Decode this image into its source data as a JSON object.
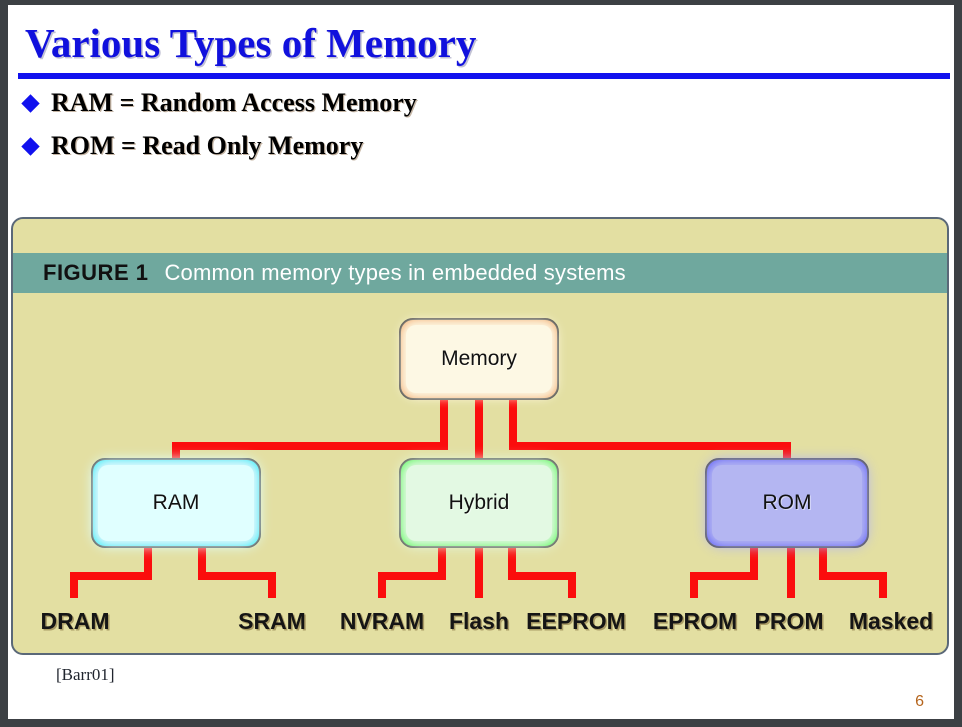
{
  "slide": {
    "title": "Various Types of Memory",
    "page_number": "6",
    "citation": "[Barr01]",
    "colors": {
      "title": "#1111dd",
      "rule": "#1111ee",
      "bullet_diamond": "#1111ee",
      "panel_background": "#e3dfa2",
      "caption_bar": "#6fa89e",
      "wire": "#fb0d0d",
      "page_number": "#b5651d",
      "slide_border": "#3c4044"
    }
  },
  "bullets": [
    {
      "marker": "diamond",
      "text": "RAM = Random Access Memory"
    },
    {
      "marker": "diamond",
      "text": "ROM = Read Only Memory"
    }
  ],
  "figure": {
    "caption_label": "FIGURE 1",
    "caption_text": "Common memory types in embedded systems",
    "nodes": {
      "root": {
        "label": "Memory",
        "accent": "#f2a96b",
        "fill": "#fdf8e4"
      },
      "ram": {
        "label": "RAM",
        "accent": "#00ffff",
        "fill": "#e0ffff"
      },
      "hybrid": {
        "label": "Hybrid",
        "accent": "#3dff3d",
        "fill": "#e3f9e3"
      },
      "rom": {
        "label": "ROM",
        "accent": "#4d4dff",
        "fill": "#b4b6f2"
      }
    },
    "leaves": [
      {
        "label": "DRAM",
        "parent": "RAM"
      },
      {
        "label": "SRAM",
        "parent": "RAM"
      },
      {
        "label": "NVRAM",
        "parent": "Hybrid"
      },
      {
        "label": "Flash",
        "parent": "Hybrid"
      },
      {
        "label": "EEPROM",
        "parent": "Hybrid"
      },
      {
        "label": "EPROM",
        "parent": "ROM"
      },
      {
        "label": "PROM",
        "parent": "ROM"
      },
      {
        "label": "Masked",
        "parent": "ROM"
      }
    ]
  }
}
